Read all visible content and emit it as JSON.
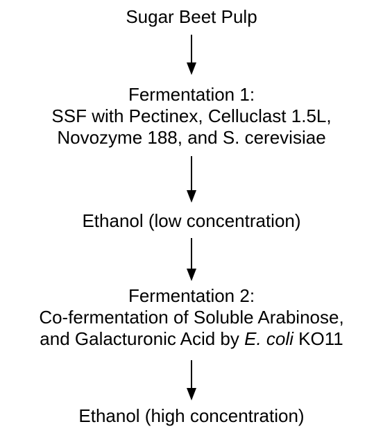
{
  "flowchart": {
    "nodes": [
      {
        "id": "sugar-beet-pulp",
        "lines": [
          "Sugar Beet Pulp"
        ]
      },
      {
        "id": "fermentation-1",
        "lines": [
          "Fermentation 1:",
          "SSF with Pectinex, Celluclast 1.5L,",
          "Novozyme 188, and S. cerevisiae"
        ]
      },
      {
        "id": "ethanol-low",
        "lines": [
          "Ethanol (low concentration)"
        ]
      },
      {
        "id": "fermentation-2",
        "lines": [
          "Fermentation 2:",
          "Co-fermentation of Soluble Arabinose,"
        ],
        "last_line": {
          "before": "and Galacturonic Acid by ",
          "italic": "E. coli",
          "after": " KO11"
        }
      },
      {
        "id": "ethanol-high",
        "lines": [
          "Ethanol (high concentration)"
        ]
      }
    ],
    "edges": [
      {
        "from": "sugar-beet-pulp",
        "to": "fermentation-1"
      },
      {
        "from": "fermentation-1",
        "to": "ethanol-low"
      },
      {
        "from": "ethanol-low",
        "to": "fermentation-2"
      },
      {
        "from": "fermentation-2",
        "to": "ethanol-high"
      }
    ]
  }
}
